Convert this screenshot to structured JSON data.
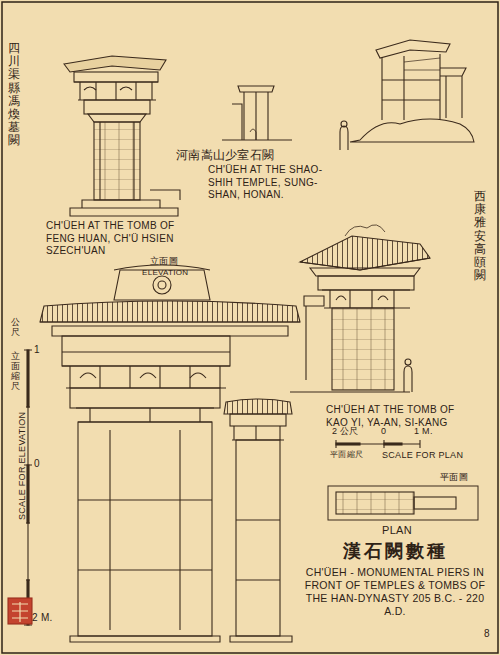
{
  "diagram": {
    "title": "漢石闕數種",
    "caption": "CH'ÜEH - MONUMENTAL PIERS IN FRONT OF TEMPLES & TOMBS OF THE HAN-DYNASTY 205 B.C. - 220 A.D.",
    "labels": [
      "四川渠縣馮煥墓闕",
      "CH'ÜEH AT THE TOMB OF FENG HUAN, CH'Ü HSIEN SZECH'UAN",
      "河南嵩山少室石闕",
      "CH'ÜEH AT THE SHAO-SHIH TEMPLE, SUNG-SHAN, HONAN.",
      "西康雅安高頤闕",
      "CH'ÜEH AT THE TOMB OF KAO YI, YA-AN, SI-KANG",
      "立面圖",
      "ELEVATION",
      "公尺",
      "1",
      "0",
      "2 M.",
      "立面縮尺",
      "SCALE FOR ELEVATION",
      "2 公尺",
      "0",
      "1 M.",
      "平面縮尺",
      "SCALE FOR PLAN",
      "平面圖",
      "PLAN",
      "8"
    ]
  }
}
